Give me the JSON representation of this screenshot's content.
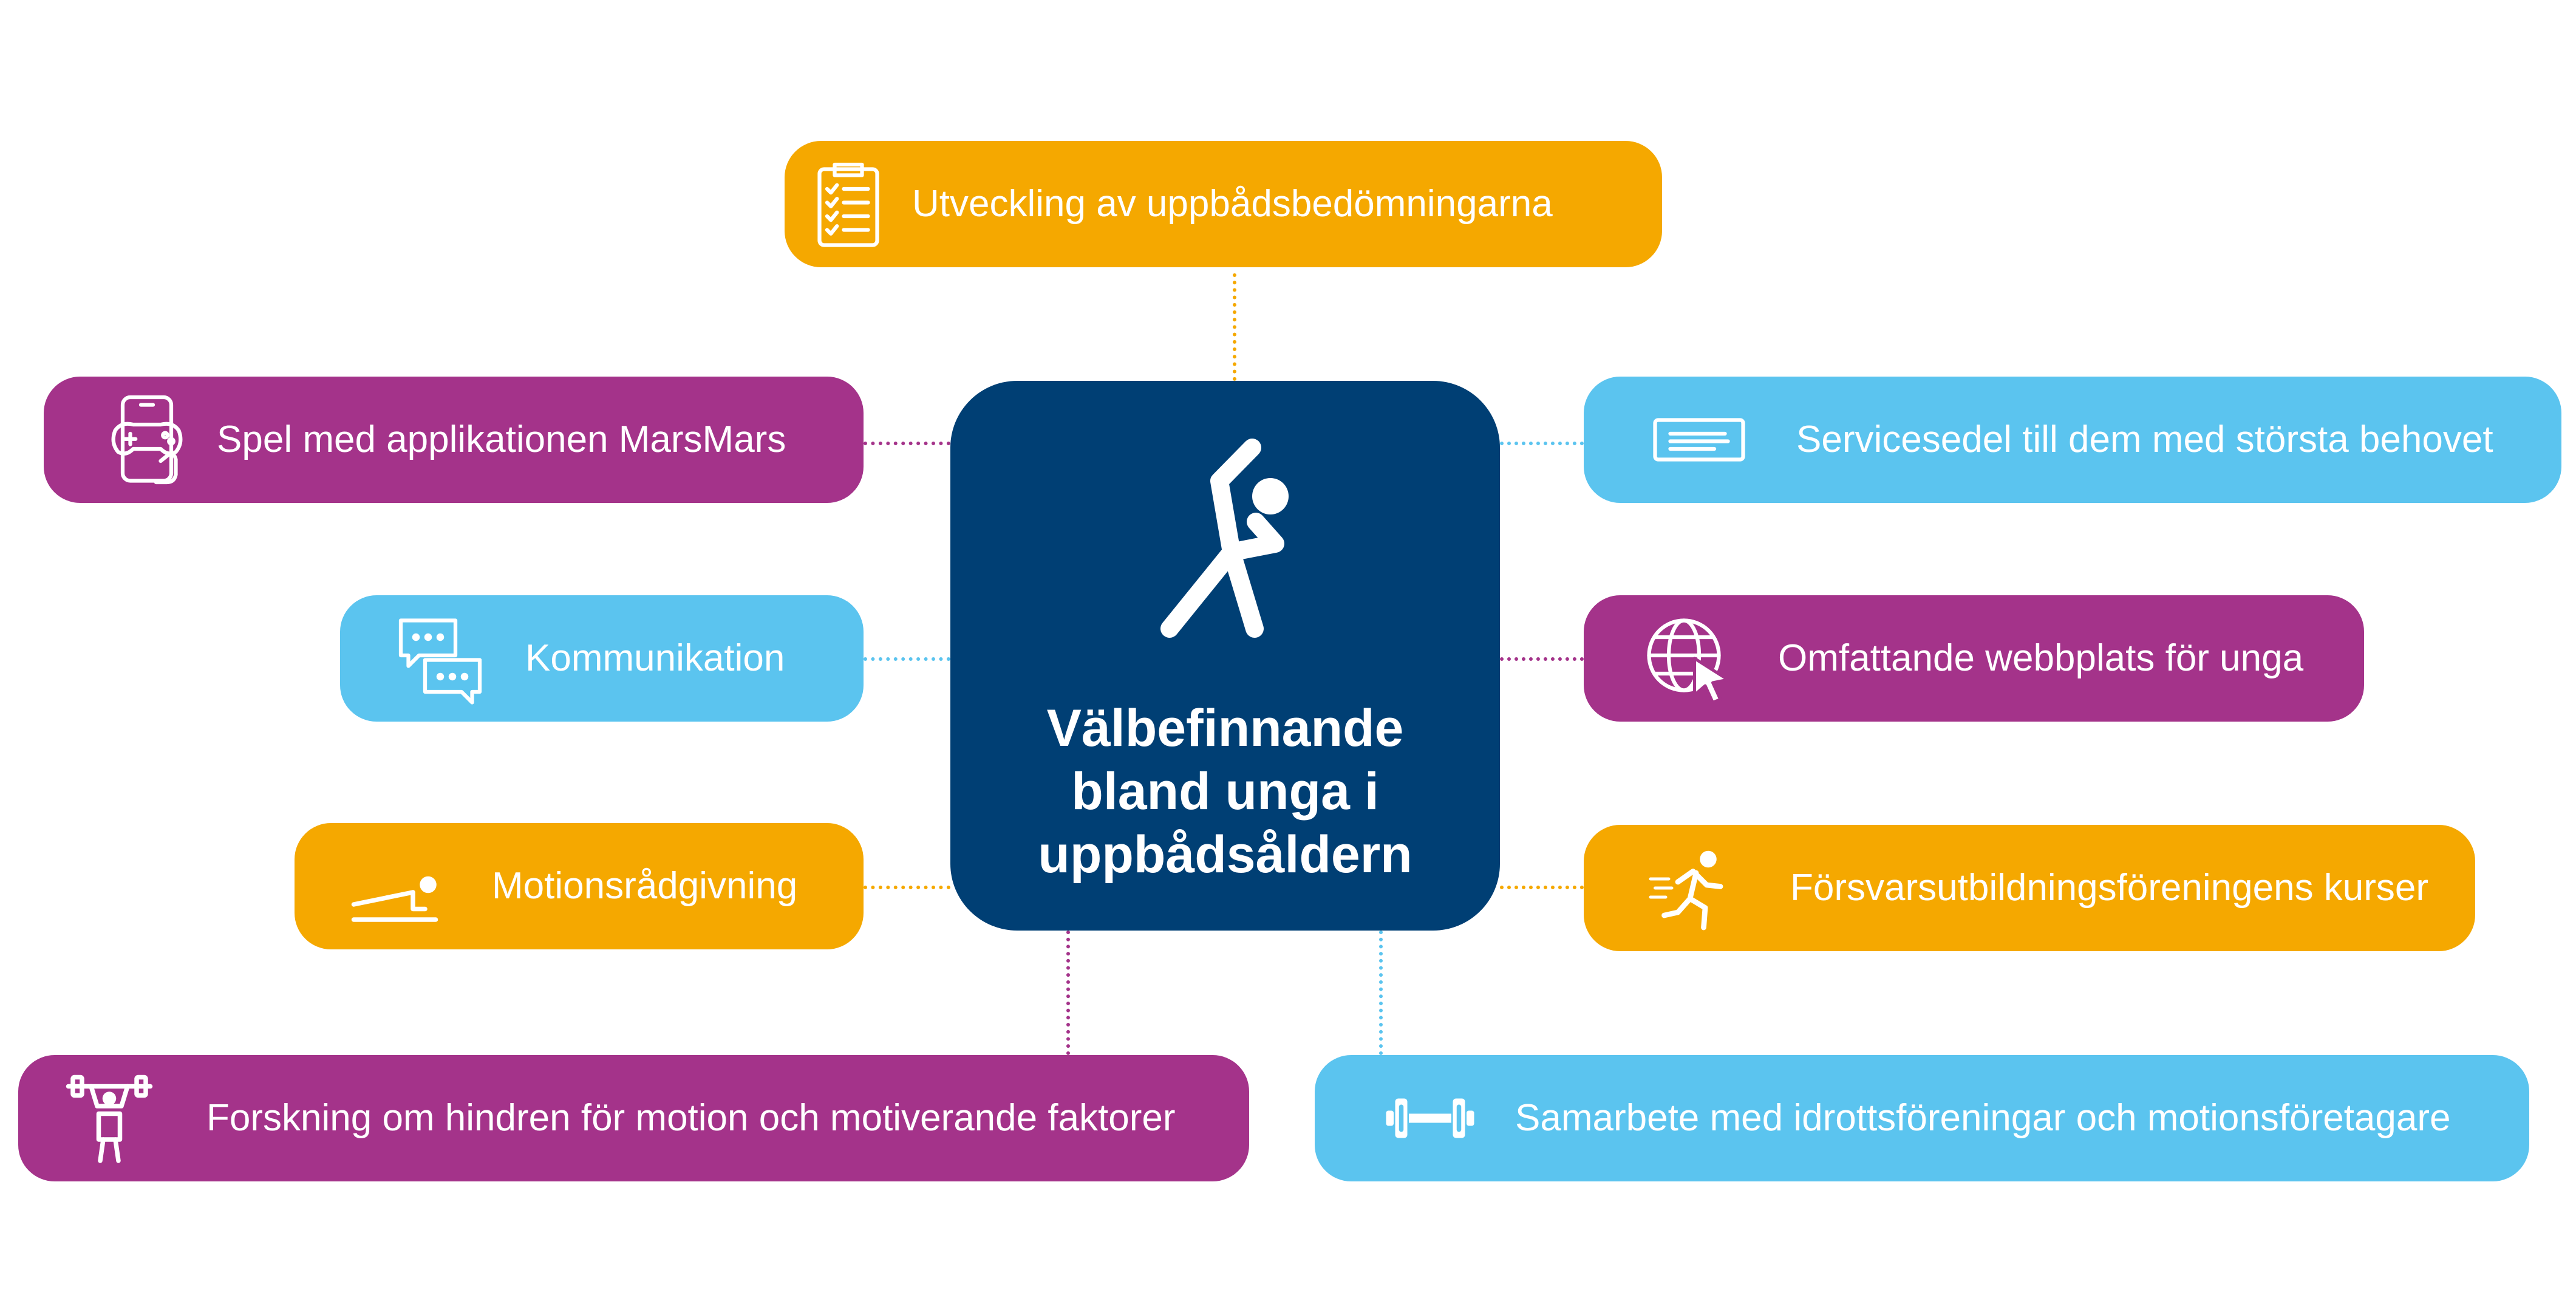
{
  "colors": {
    "hub": "#003f74",
    "orange": "#f5a800",
    "purple": "#a4338a",
    "light_blue": "#5bc4ef"
  },
  "hub": {
    "icon": "stretching-person-icon",
    "title_lines": [
      "Välbefinnande",
      "bland unga i",
      "uppbådsåldern"
    ]
  },
  "nodes": {
    "assessments": {
      "label": "Utveckling av uppbådsbedömningarna",
      "icon": "clipboard-checklist-icon",
      "color": "orange"
    },
    "game": {
      "label": "Spel med applikationen MarsMars",
      "icon": "phone-game-icon",
      "color": "purple"
    },
    "communication": {
      "label": "Kommunikation",
      "icon": "chat-bubbles-icon",
      "color": "light_blue"
    },
    "exercise_advice": {
      "label": "Motionsrådgivning",
      "icon": "plank-exercise-icon",
      "color": "orange"
    },
    "research": {
      "label": "Forskning om hindren för motion och motiverande faktorer",
      "icon": "weightlifter-icon",
      "color": "purple"
    },
    "voucher": {
      "label": "Servicesedel till dem med största behovet",
      "icon": "voucher-card-icon",
      "color": "light_blue"
    },
    "website": {
      "label": "Omfattande webbplats för unga",
      "icon": "globe-cursor-icon",
      "color": "purple"
    },
    "courses": {
      "label": "Försvarsutbildningsföreningens kurser",
      "icon": "running-person-icon",
      "color": "orange"
    },
    "cooperation": {
      "label": "Samarbete med idrottsföreningar och motionsföretagare",
      "icon": "dumbbell-icon",
      "color": "light_blue"
    }
  }
}
